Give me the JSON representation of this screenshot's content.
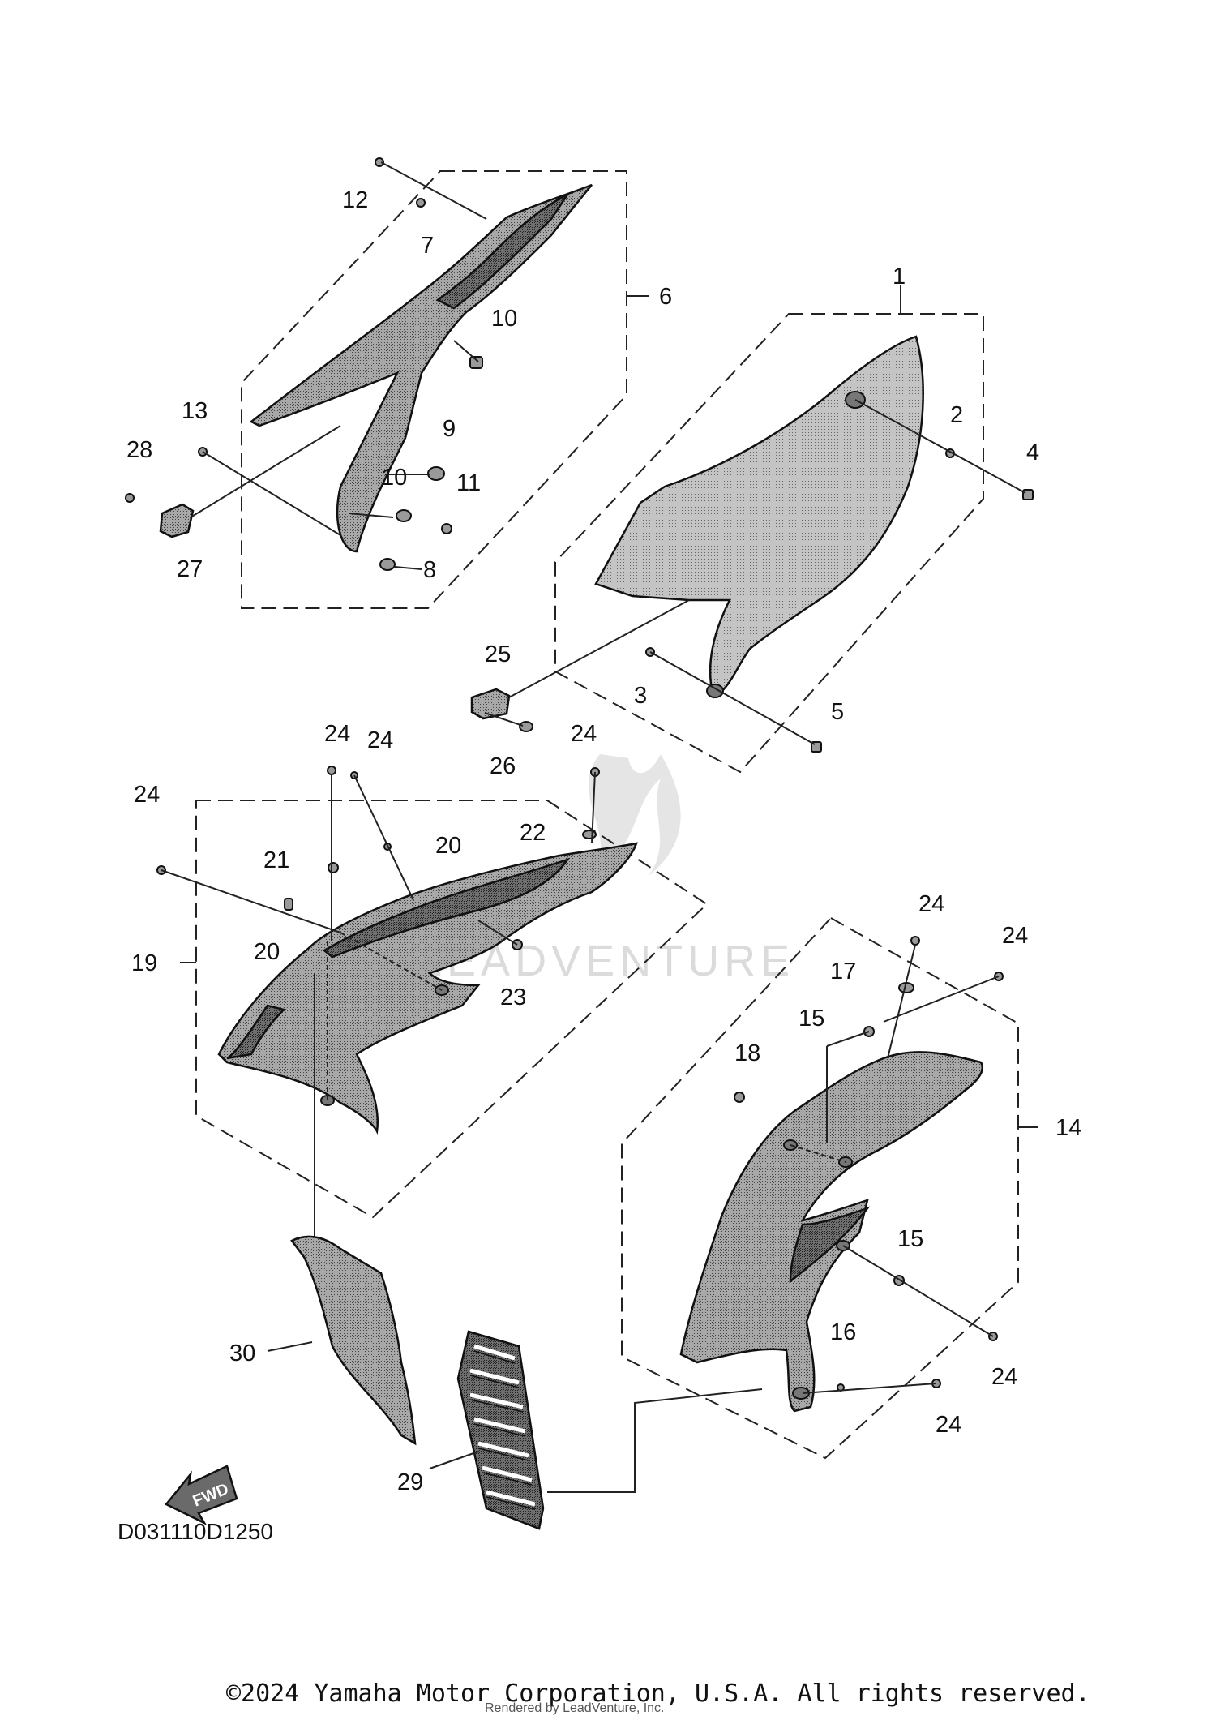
{
  "diagram": {
    "callouts": {
      "c1": "1",
      "c2": "2",
      "c3": "3",
      "c4": "4",
      "c5": "5",
      "c6": "6",
      "c7": "7",
      "c8": "8",
      "c9": "9",
      "c10a": "10",
      "c10b": "10",
      "c11": "11",
      "c12": "12",
      "c13": "13",
      "c14": "14",
      "c15a": "15",
      "c15b": "15",
      "c16": "16",
      "c17": "17",
      "c18": "18",
      "c19": "19",
      "c20a": "20",
      "c20b": "20",
      "c21": "21",
      "c22": "22",
      "c23": "23",
      "c24a": "24",
      "c24b": "24",
      "c24c": "24",
      "c24d": "24",
      "c24e": "24",
      "c24f": "24",
      "c24g": "24",
      "c24h": "24",
      "c25": "25",
      "c26": "26",
      "c27": "27",
      "c28": "28",
      "c29": "29",
      "c30": "30"
    },
    "fwd_label": "FWD",
    "diagram_code": "D031110D1250",
    "watermark": "LEADVENTURE",
    "copyright": "©2024 Yamaha Motor Corporation, U.S.A. All rights reserved.",
    "rendered_by": "Rendered by LeadVenture, Inc."
  },
  "colors": {
    "ink": "#111111",
    "part_fill": "#8c8c8c",
    "background": "#ffffff"
  }
}
